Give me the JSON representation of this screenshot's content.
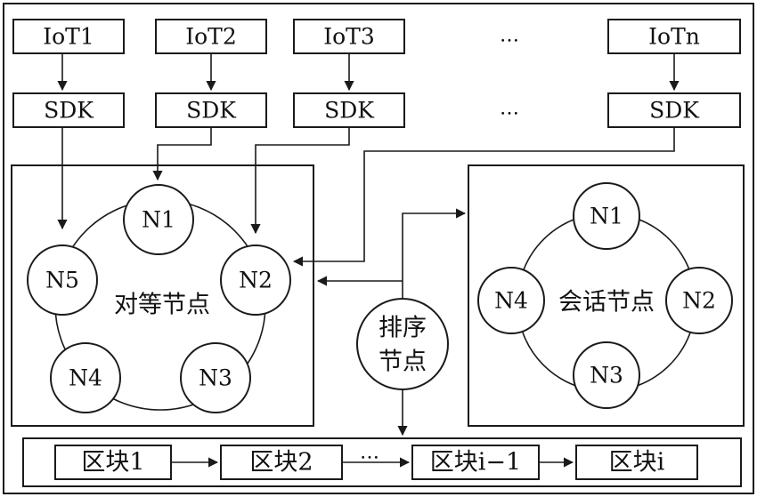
{
  "iot_devices": [
    "IoT1",
    "IoT2",
    "IoT3",
    "IoTn"
  ],
  "sdk_label": "SDK",
  "ellipsis": "…",
  "peer_cluster": {
    "label": "对等节点",
    "nodes": [
      "N1",
      "N2",
      "N3",
      "N4",
      "N5"
    ]
  },
  "session_cluster": {
    "label": "会话节点",
    "nodes": [
      "N1",
      "N2",
      "N3",
      "N4"
    ]
  },
  "ordering_node": {
    "line1": "排序",
    "line2": "节点"
  },
  "blockchain": {
    "blocks": [
      "区块1",
      "区块2",
      "区块i−1",
      "区块i"
    ]
  }
}
